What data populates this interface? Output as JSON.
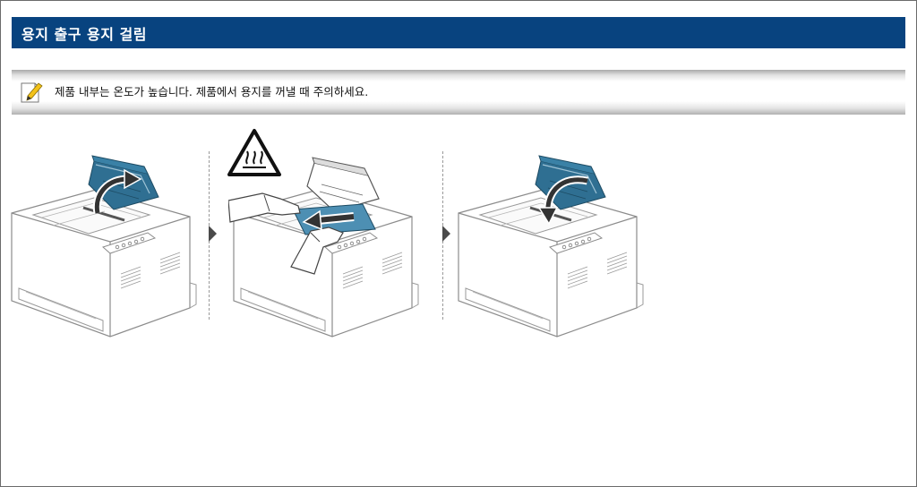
{
  "page": {
    "title": "용지 출구 용지 걸림",
    "note": {
      "icon": "note-pencil-icon",
      "text": "제품 내부는 온도가 높습니다. 제품에서 용지를 꺼낼 때 주의하세요."
    },
    "steps": [
      {
        "illustration": "printer-open-top-cover-illustration",
        "icon": "arrow-open-icon"
      },
      {
        "illustration": "printer-pull-paper-illustration",
        "icon": "hot-surface-warning-icon"
      },
      {
        "illustration": "printer-close-top-cover-illustration",
        "icon": "arrow-close-icon"
      }
    ],
    "colors": {
      "title_bar": "#08437f",
      "title_text": "#ffffff",
      "cover_blue": "#2f6f92",
      "line_gray": "#8c8c8c"
    }
  }
}
